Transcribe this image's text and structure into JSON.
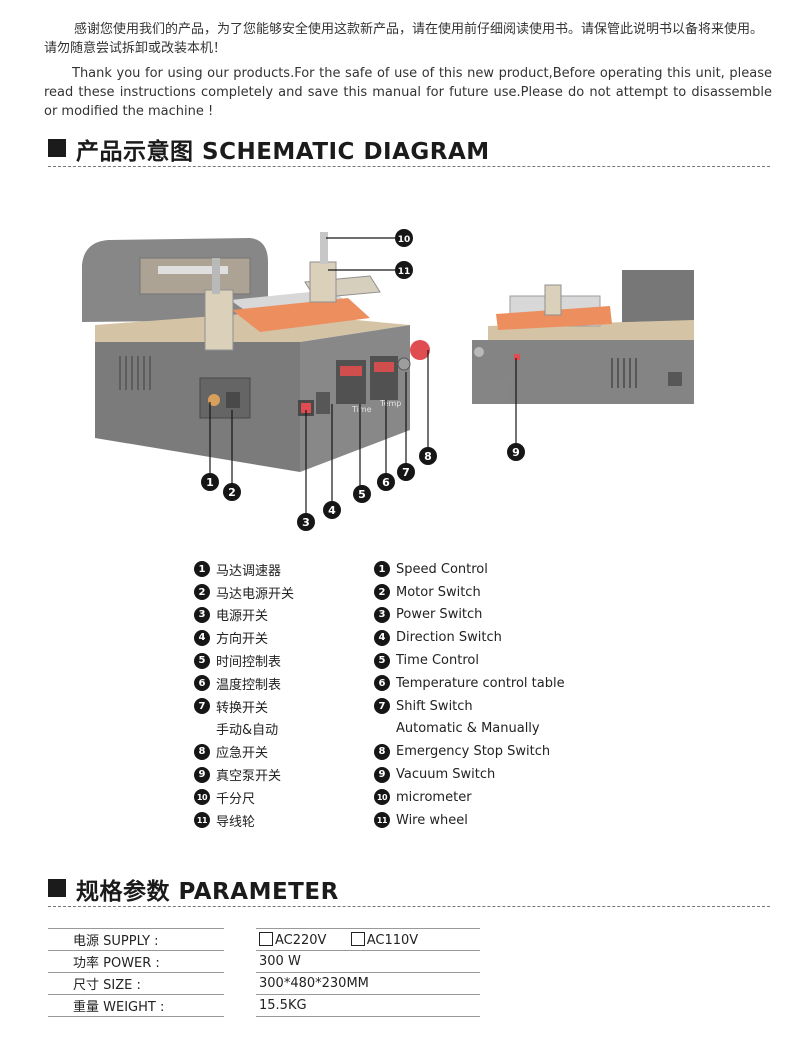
{
  "intro": {
    "chinese": "感谢您使用我们的产品，为了您能够安全使用这款新产品，请在使用前仔细阅读使用书。请保管此说明书以备将来使用。请勿随意尝试拆卸或改装本机！",
    "english": "Thank you for using our products.For the safe of use of this new product,Before operating this unit, please read these instructions completely and save this manual for future use.Please do not attempt to disassemble or modified the machine !"
  },
  "schematic": {
    "title": "产品示意图 SCHEMATIC DIAGRAM",
    "panel_labels": [
      "Time",
      "Temp"
    ]
  },
  "legend": {
    "chinese": [
      {
        "num": "1",
        "label": "马达调速器"
      },
      {
        "num": "2",
        "label": "马达电源开关"
      },
      {
        "num": "3",
        "label": "电源开关"
      },
      {
        "num": "4",
        "label": "方向开关"
      },
      {
        "num": "5",
        "label": "时间控制表"
      },
      {
        "num": "6",
        "label": "温度控制表"
      },
      {
        "num": "7",
        "label": "转换开关"
      },
      {
        "num": "",
        "label": "手动&自动"
      },
      {
        "num": "8",
        "label": "应急开关"
      },
      {
        "num": "9",
        "label": "真空泵开关"
      },
      {
        "num": "10",
        "label": "千分尺"
      },
      {
        "num": "11",
        "label": "导线轮"
      }
    ],
    "english": [
      {
        "num": "1",
        "label": "Speed Control"
      },
      {
        "num": "2",
        "label": "Motor Switch"
      },
      {
        "num": "3",
        "label": "Power Switch"
      },
      {
        "num": "4",
        "label": "Direction Switch"
      },
      {
        "num": "5",
        "label": "Time Control"
      },
      {
        "num": "6",
        "label": "Temperature control table"
      },
      {
        "num": "7",
        "label": "Shift Switch"
      },
      {
        "num": "",
        "label": "Automatic & Manually"
      },
      {
        "num": "8",
        "label": "Emergency Stop Switch"
      },
      {
        "num": "9",
        "label": "Vacuum Switch"
      },
      {
        "num": "10",
        "label": "micrometer"
      },
      {
        "num": "11",
        "label": "Wire wheel"
      }
    ]
  },
  "parameter": {
    "title": "规格参数 PARAMETER",
    "rows": [
      {
        "label": "电源 SUPPLY :",
        "options": [
          "AC220V",
          "AC110V"
        ]
      },
      {
        "label": "功率 POWER :",
        "value": "300 W"
      },
      {
        "label": "尺寸 SIZE :",
        "value": "300*480*230MM"
      },
      {
        "label": "重量 WEIGHT :",
        "value": "15.5KG"
      }
    ]
  },
  "colors": {
    "machine_body": "#6b6b6b",
    "machine_dark": "#3a3a3a",
    "top_plate": "#c8b79a",
    "orange_plate": "#e8763a",
    "emergency_red": "#d9262b",
    "callout_black": "#161616"
  }
}
